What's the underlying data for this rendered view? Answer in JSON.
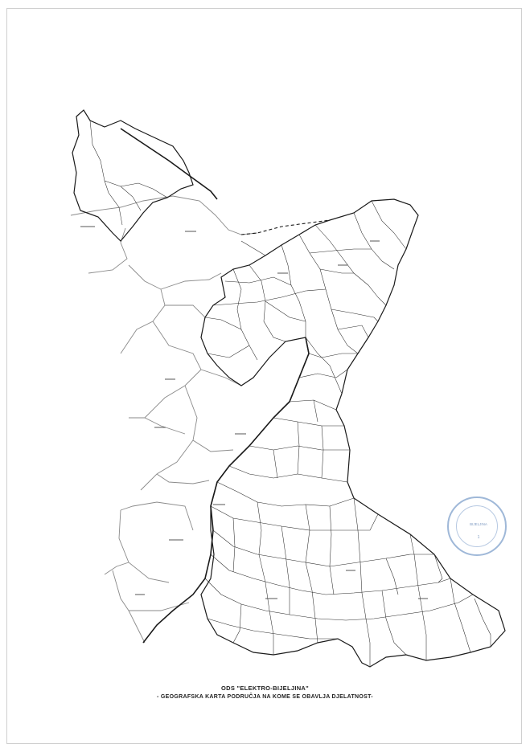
{
  "caption": {
    "line1": "ODS \"ELEKTRO-BIJELJINA\"",
    "line2": "- GEOGRAFSKA KARTA PODRUČJA NA KOME SE OBAVLJA DJELATNOST-"
  },
  "stamp": {
    "text": "BIJELJINA",
    "number": "1"
  },
  "colors": {
    "outline": "#1a1a1a",
    "neighbor_border": "#8a8a8a",
    "stamp": "#9fb8d8"
  }
}
